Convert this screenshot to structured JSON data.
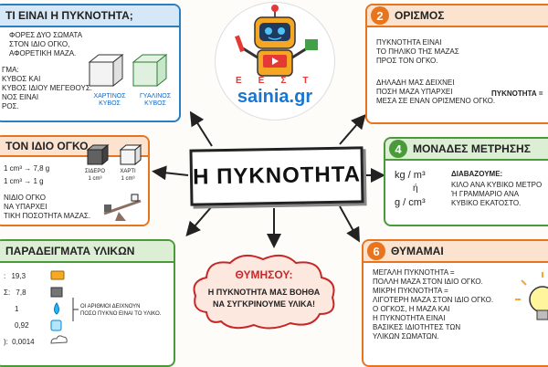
{
  "center_title": "Η ΠΥΚΝΟΤΗΤΑ",
  "logo": {
    "text": "sainia.gr",
    "banner": "ΕΕΣΤ"
  },
  "card1": {
    "title": "ΤΙ ΕΙΝΑΙ Η ΠΥΚΝΟΤΗΤΑ;",
    "lines": [
      "ΦΟΡΕΣ ΔΥΟ ΣΩΜΑΤΑ",
      "ΣΤΟΝ ΙΔΙΟ ΟΓΚΟ,",
      "ΑΦΟΡΕΤΙΚΗ ΜΑΖΑ."
    ],
    "lines2": [
      "ΓΜΑ:",
      "ΚΥΒΟΣ ΚΑΙ",
      "ΚΥΒΟΣ ΙΔΙΟΥ ΜΕΓΕΘΟΥΣ.",
      "ΝΟΣ ΕΙΝΑΙ",
      "ΡΟΣ."
    ],
    "cube1": "ΧΑΡΤΙΝΟΣ ΚΥΒΟΣ",
    "cube2": "ΓΥΑΛΙΝΟΣ ΚΥΒΟΣ"
  },
  "card2": {
    "badge": "2",
    "title": "ΟΡΙΣΜΟΣ",
    "lines": [
      "ΠΥΚΝΟΤΗΤΑ ΕΙΝΑΙ",
      "ΤΟ ΠΗΛΙΚΟ ΤΗΣ ΜΑΖΑΣ",
      "ΠΡΟΣ ΤΟΝ ΟΓΚΟ."
    ],
    "lines2": [
      "ΔΗΛΑΔΗ ΜΑΣ ΔΕΙΧΝΕΙ",
      "ΠΟΣΗ ΜΑΖΑ ΥΠΑΡΧΕΙ",
      "ΜΕΣΑ ΣΕ ΕΝΑΝ ΟΡΙΣΜΕΝΟ ΟΓΚΟ."
    ],
    "formula": "ΠΥΚΝΟΤΗΤΑ ="
  },
  "card3": {
    "title": "ΤΟΝ ΙΔΙΟ ΟΓΚΟ",
    "l1": "1 cm³ → 7,8 g",
    "l2": "1 cm³ → 1 g",
    "lines": [
      "ΝΙΔΙΟ ΟΓΚΟ",
      "ΝΑ ΥΠΑΡΧΕΙ",
      "ΤΙΚΗ ΠΟΣΟΤΗΤΑ ΜΑΖΑΣ."
    ],
    "iron": "ΣΙΔΕΡΟ",
    "iron_vol": "1 cm³",
    "paper": "ΧΑΡΤΙ",
    "paper_vol": "1 cm³"
  },
  "card4": {
    "badge": "4",
    "title": "ΜΟΝΑΔΕΣ ΜΕΤΡΗΣΗΣ",
    "u1": "kg / m³",
    "or": "ή",
    "u2": "g / cm³",
    "read_title": "ΔΙΑΒΑΖΟΥΜΕ:",
    "lines": [
      "ΚΙΛΟ ΑΝΑ ΚΥΒΙΚΟ ΜΕΤΡΟ",
      "Ή ΓΡΑΜΜΑΡΙΟ ΑΝΑ",
      "ΚΥΒΙΚΟ ΕΚΑΤΟΣΤΟ."
    ]
  },
  "card5": {
    "title": "ΠΑΡΑΔΕΙΓΜΑΤΑ ΥΛΙΚΩΝ",
    "rows": [
      {
        "label": ":",
        "value": "19,3"
      },
      {
        "label": "Σ:",
        "value": "7,8"
      },
      {
        "label": "",
        "value": "1"
      },
      {
        "label": "",
        "value": "0,92"
      },
      {
        "label": "):",
        "value": "0,0014"
      }
    ],
    "note": [
      "ΟΙ ΑΡΙΘΜΟΙ ΔΕΙΧΝΟΥΝ",
      "ΠΟΣΟ ΠΥΚΝΟ ΕΙΝΑΙ ΤΟ ΥΛΙΚΟ."
    ]
  },
  "cloud": {
    "title": "ΘΥΜΗΣΟΥ:",
    "lines": [
      "Η ΠΥΚΝΟΤΗΤΑ ΜΑΣ ΒΟΗΘΑ",
      "ΝΑ ΣΥΓΚΡΙΝΟΥΜΕ ΥΛΙΚΑ!"
    ]
  },
  "card6": {
    "badge": "6",
    "title": "ΘΥΜΑΜΑΙ",
    "lines": [
      "ΜΕΓΑΛΗ ΠΥΚΝΟΤΗΤΑ =",
      "ΠΟΛΛΗ ΜΑΖΑ ΣΤΟΝ ΙΔΙΟ ΟΓΚΟ.",
      "ΜΙΚΡΗ ΠΥΚΝΟΤΗΤΑ =",
      "ΛΙΓΟΤΕΡΗ ΜΑΖΑ ΣΤΟΝ ΙΔΙΟ ΟΓΚΟ.",
      "Ο ΟΓΚΟΣ, Η ΜΑΖΑ ΚΑΙ",
      "Η ΠΥΚΝΟΤΗΤΑ ΕΙΝΑΙ",
      "ΒΑΣΙΚΕΣ ΙΔΙΟΤΗΤΕΣ ΤΩΝ",
      "ΥΛΙΚΩΝ ΣΩΜΑΤΩΝ."
    ]
  },
  "colors": {
    "blue": "#2a7fc1",
    "orange": "#e8741e",
    "green": "#4a9a3a",
    "red": "#c62828",
    "cloud": "#fde8e0"
  }
}
